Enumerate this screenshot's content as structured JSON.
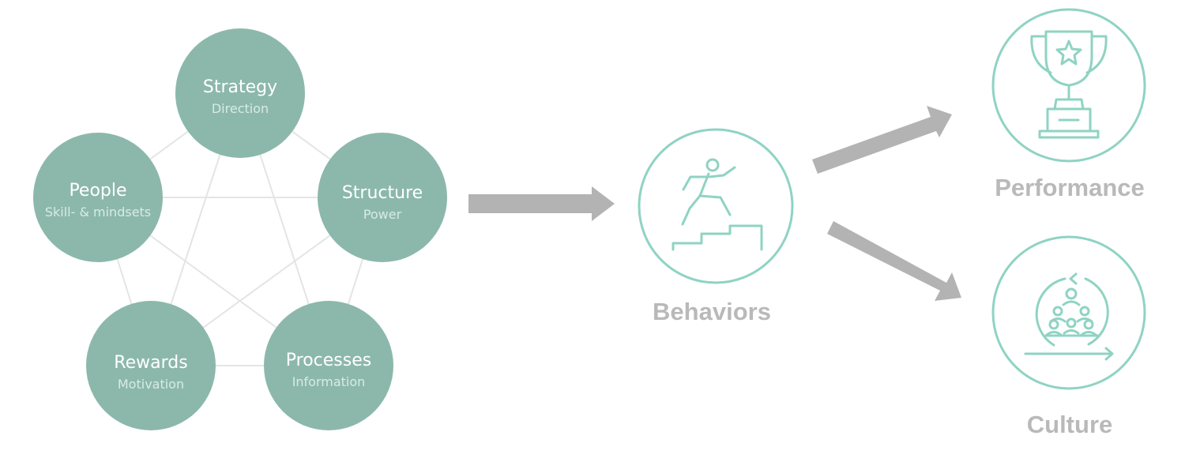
{
  "diagram": {
    "colors": {
      "node_fill": "#8cb8ab",
      "connector": "#e3e5e4",
      "arrow": "#b3b3b3",
      "outline": "#8fd3c3",
      "label": "#b9b9b9"
    },
    "drivers": [
      {
        "title": "Strategy",
        "subtitle": "Direction"
      },
      {
        "title": "Structure",
        "subtitle": "Power"
      },
      {
        "title": "Processes",
        "subtitle": "Information"
      },
      {
        "title": "Rewards",
        "subtitle": "Motivation"
      },
      {
        "title": "People",
        "subtitle": "Skill- & mindsets"
      }
    ],
    "behaviors": {
      "label": "Behaviors",
      "icon": "person-climbing-stairs-icon"
    },
    "outcomes": [
      {
        "label": "Performance",
        "icon": "trophy-icon"
      },
      {
        "label": "Culture",
        "icon": "team-cycle-icon"
      }
    ]
  }
}
